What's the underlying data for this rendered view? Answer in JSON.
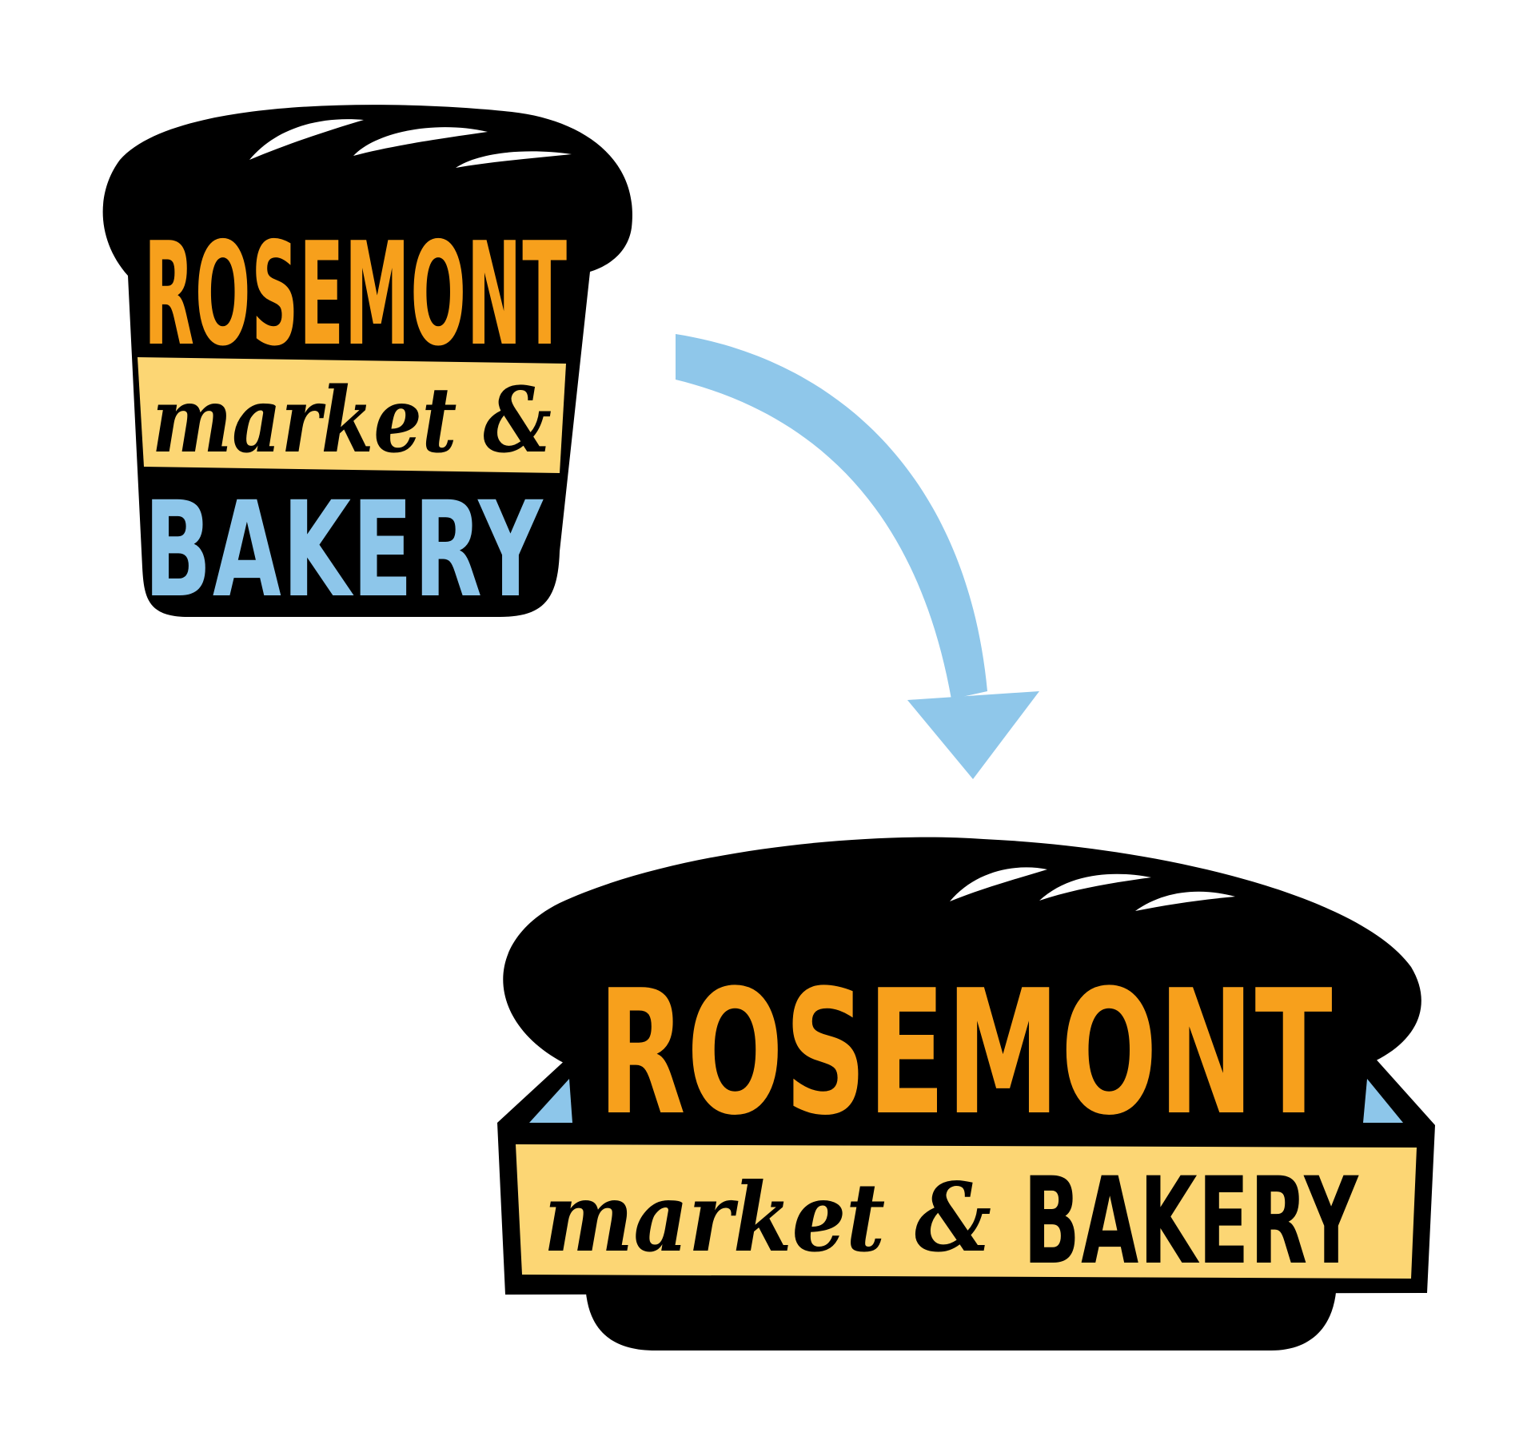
{
  "logos": {
    "vertical": {
      "line1": "ROSEMONT",
      "line2": "market &",
      "line3": "BAKERY"
    },
    "horizontal": {
      "line1": "ROSEMONT",
      "line2_script": "market &",
      "line2_caps": "BAKERY"
    }
  },
  "colors": {
    "bread": "#000000",
    "orange": "#F7A01C",
    "cream": "#FCD674",
    "blue": "#8DC6EA",
    "arrow": "#8FC7EA",
    "highlight": "#ffffff"
  },
  "icons": {
    "transition": "curved-arrow-icon"
  }
}
